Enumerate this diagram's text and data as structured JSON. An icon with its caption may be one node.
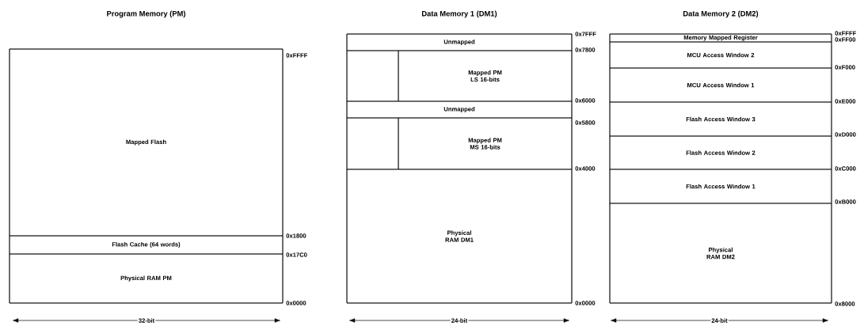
{
  "diagram": {
    "nodes": [
      {
        "text": [
          "Program Memory (PM)"
        ]
      },
      {
        "text": [
          "Mapped Flash"
        ],
        "in": 0
      },
      {
        "text": [
          "Flash Cache (64 words)"
        ],
        "in": 0
      },
      {
        "text": [
          "Physical RAM PM"
        ],
        "in": 0
      },
      {
        "text": [
          "Data Memory 1 (DM1)"
        ]
      },
      {
        "text": [
          "Unmapped"
        ],
        "in": 4
      },
      {
        "text": [],
        "shape": "box",
        "in": 4
      },
      {
        "text": [
          "Mapped PM LS 16-bits"
        ],
        "in": 4
      },
      {
        "text": [
          "Unmapped"
        ],
        "in": 4
      },
      {
        "text": [],
        "shape": "box",
        "in": 4
      },
      {
        "text": [
          "Mapped PM MS 16-bits"
        ],
        "in": 4
      },
      {
        "text": [
          "Physical RAM DM1"
        ],
        "in": 4
      },
      {
        "text": [
          "Data Memory 2 (DM2)"
        ]
      },
      {
        "text": [
          "Memory Mapped Register"
        ],
        "in": 12
      },
      {
        "text": [
          "MCU Access Window 2"
        ],
        "in": 12
      },
      {
        "text": [
          "MCU Access Window 1"
        ],
        "in": 12
      },
      {
        "text": [
          "Flash Access Window 3"
        ],
        "in": 12
      },
      {
        "text": [
          "Flash Access Window 2"
        ],
        "in": 12
      },
      {
        "text": [
          "Flash Access Window 1"
        ],
        "in": 12
      },
      {
        "text": [
          "Physical RAM DM2"
        ],
        "in": 12
      }
    ],
    "labels": [
      "0xFFFF",
      "0x1800",
      "0x17C0",
      "0x0000",
      "32-bit",
      "0x7FFF",
      "0x7800",
      "0x6000",
      "0x5800",
      "0x4000",
      "0x0000",
      "24-bit",
      "0xFFFF",
      "0xFF00",
      "0xF000",
      "0xE000",
      "0xD000",
      "0xC000",
      "0xB000",
      "0x8000",
      "24-bit"
    ]
  }
}
